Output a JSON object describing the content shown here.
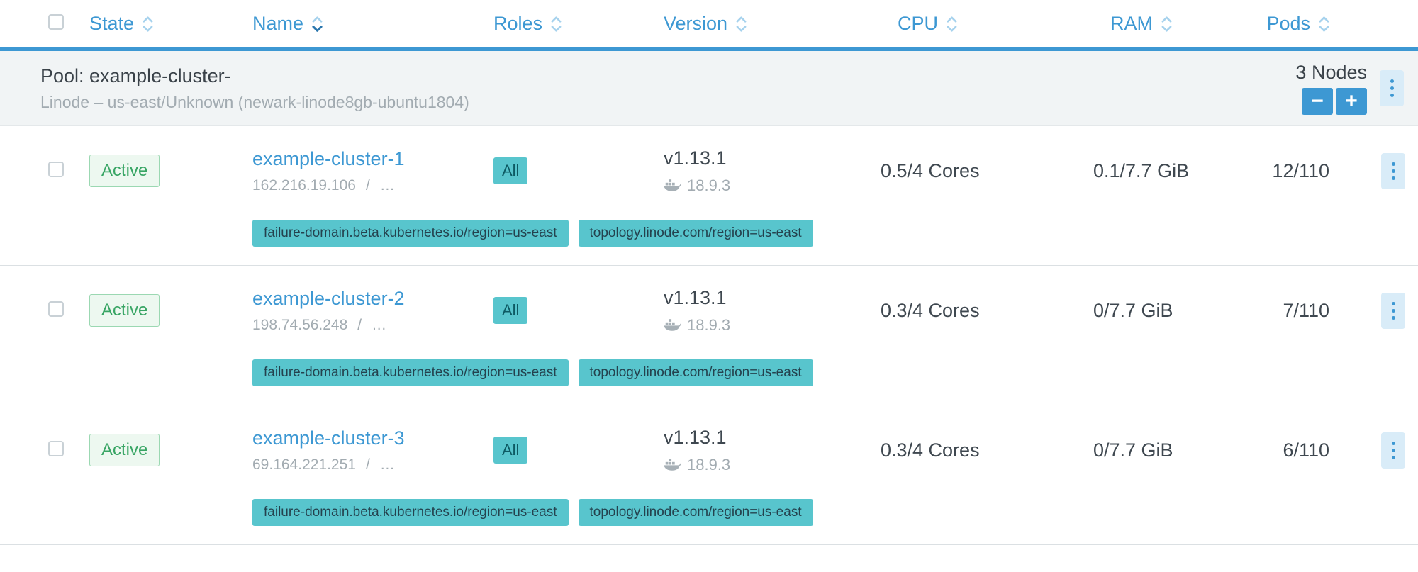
{
  "colors": {
    "accent_blue": "#3d98d3",
    "label_teal": "#58c5cd",
    "active_green": "#38a564",
    "muted_gray": "#a2abb1"
  },
  "header": {
    "columns": [
      {
        "label": "State"
      },
      {
        "label": "Name"
      },
      {
        "label": "Roles"
      },
      {
        "label": "Version"
      },
      {
        "label": "CPU"
      },
      {
        "label": "RAM"
      },
      {
        "label": "Pods"
      }
    ],
    "sorted_by": "Name"
  },
  "pool": {
    "title": "Pool: example-cluster-",
    "subtitle": "Linode – us-east/Unknown (newark-linode8gb-ubuntu1804)",
    "node_count": "3 Nodes",
    "remove_label": "−",
    "add_label": "+"
  },
  "shared": {
    "ip_separator": "/",
    "ip_ellipsis": "…"
  },
  "rows": [
    {
      "state": "Active",
      "name": "example-cluster-1",
      "ip": "162.216.19.106",
      "roles": "All",
      "version": "v1.13.1",
      "docker_version": "18.9.3",
      "cpu": "0.5/4 Cores",
      "ram": "0.1/7.7 GiB",
      "pods": "12/110",
      "labels": [
        "failure-domain.beta.kubernetes.io/region=us-east",
        "topology.linode.com/region=us-east"
      ]
    },
    {
      "state": "Active",
      "name": "example-cluster-2",
      "ip": "198.74.56.248",
      "roles": "All",
      "version": "v1.13.1",
      "docker_version": "18.9.3",
      "cpu": "0.3/4 Cores",
      "ram": "0/7.7 GiB",
      "pods": "7/110",
      "labels": [
        "failure-domain.beta.kubernetes.io/region=us-east",
        "topology.linode.com/region=us-east"
      ]
    },
    {
      "state": "Active",
      "name": "example-cluster-3",
      "ip": "69.164.221.251",
      "roles": "All",
      "version": "v1.13.1",
      "docker_version": "18.9.3",
      "cpu": "0.3/4 Cores",
      "ram": "0/7.7 GiB",
      "pods": "6/110",
      "labels": [
        "failure-domain.beta.kubernetes.io/region=us-east",
        "topology.linode.com/region=us-east"
      ]
    }
  ]
}
